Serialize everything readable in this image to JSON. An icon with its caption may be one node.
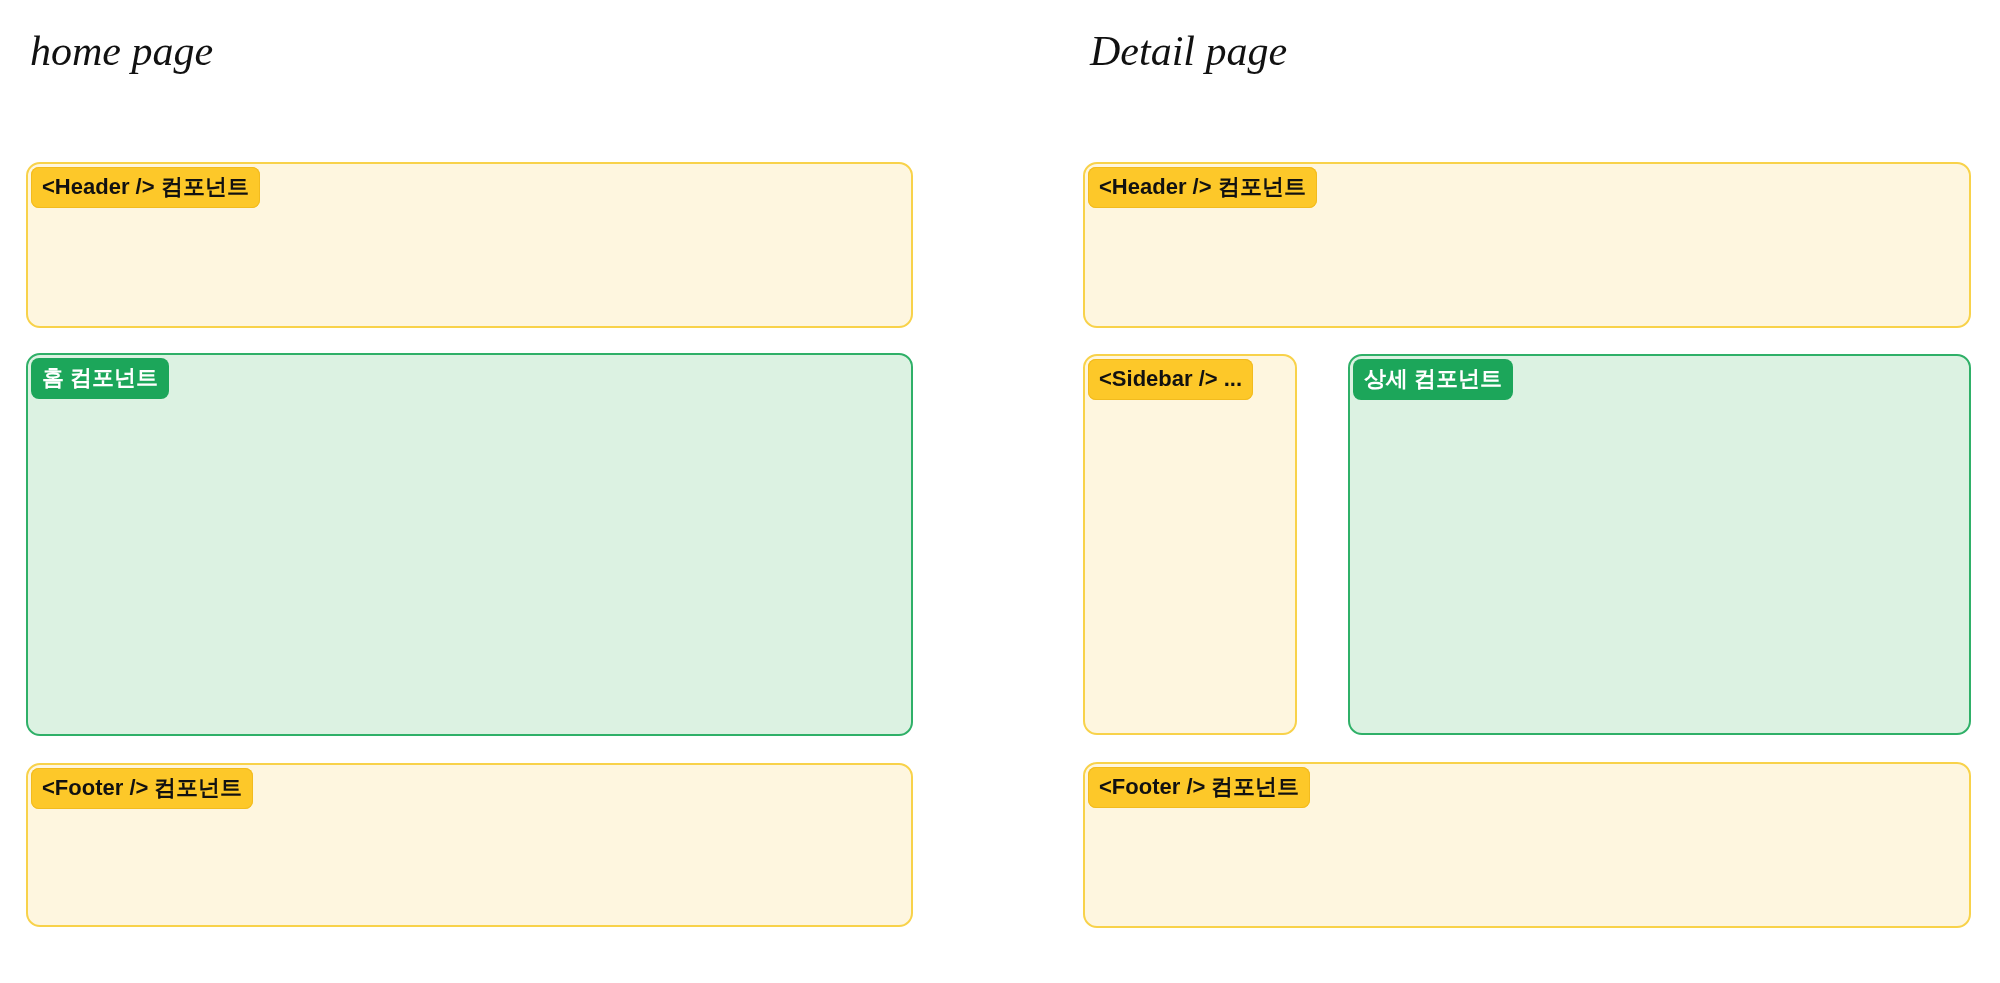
{
  "diagram": {
    "nodes": [
      {
        "text": [
          "<Header /> 컴포넌트"
        ]
      },
      {
        "text": [
          "홈 컴포넌트"
        ]
      },
      {
        "text": [
          "<Footer /> 컴포넌트"
        ]
      },
      {
        "text": [
          "<Header /> 컴포넌트"
        ]
      },
      {
        "text": [
          "<Sidebar /> ..."
        ]
      },
      {
        "text": [
          "상세 컴포넌트"
        ]
      },
      {
        "text": [
          "<Footer /> 컴포넌트"
        ]
      }
    ],
    "labels": [
      "home page",
      "Detail page"
    ]
  }
}
